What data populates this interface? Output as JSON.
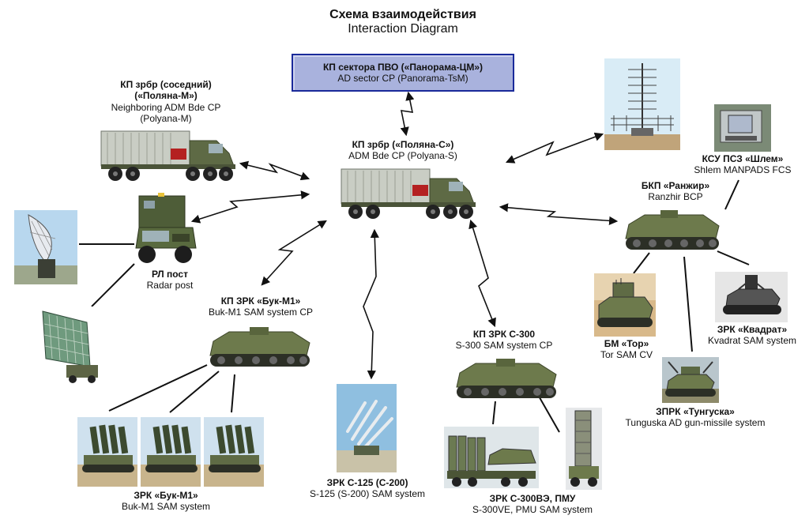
{
  "title": {
    "ru": "Схема взаимодействия",
    "en": "Interaction Diagram"
  },
  "nodes": {
    "panorama": {
      "ru": "КП сектора ПВО («Панорама-ЦМ»)",
      "en": "AD sector CP (Panorama-TsM)"
    },
    "polyana_s": {
      "ru": "КП зрбр («Поляна-С»)",
      "en": "ADM Bde CP (Polyana-S)"
    },
    "polyana_m": {
      "ru1": "КП зрбр (соседний)",
      "ru2": "(«Поляна-М»)",
      "en1": "Neighboring ADM Bde CP",
      "en2": "(Polyana-M)"
    },
    "radar_post": {
      "ru": "РЛ пост",
      "en": "Radar post"
    },
    "buk_cp": {
      "ru": "КП ЗРК «Бук-М1»",
      "en": "Buk-M1 SAM system CP"
    },
    "buk_sam": {
      "ru": "ЗРК «Бук-М1»",
      "en": "Buk-M1 SAM system"
    },
    "s125": {
      "ru": "ЗРК С-125 (С-200)",
      "en": "S-125 (S-200) SAM system"
    },
    "s300_cp": {
      "ru": "КП ЗРК С-300",
      "en": "S-300 SAM system CP"
    },
    "s300ve": {
      "ru": "ЗРК С-300ВЭ, ПМУ",
      "en": "S-300VE, PMU SAM system"
    },
    "shlem": {
      "ru": "КСУ ПСЗ «Шлем»",
      "en": "Shlem MANPADS FCS"
    },
    "ranzhir": {
      "ru": "БКП «Ранжир»",
      "en": "Ranzhir BCP"
    },
    "tor": {
      "ru": "БМ «Тор»",
      "en": "Tor SAM CV"
    },
    "kvadrat": {
      "ru": "ЗРК «Квадрат»",
      "en": "Kvadrat SAM system"
    },
    "tunguska": {
      "ru": "ЗПРК «Тунгуска»",
      "en": "Tunguska AD gun-missile system"
    }
  },
  "colors": {
    "panorama_fill": "#a9b2dd",
    "panorama_border": "#1a2a9a",
    "vehicle": "#6d7a4c",
    "truck_box": "#c9cdc4",
    "link": "#111111"
  }
}
